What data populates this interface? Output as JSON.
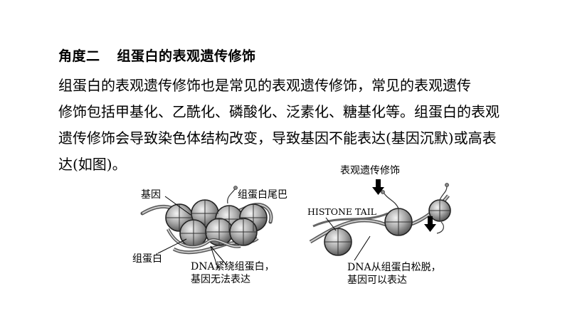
{
  "section": {
    "label": "角度二",
    "title": "组蛋白的表观遗传修饰"
  },
  "paragraph": {
    "lines": [
      "组蛋白的表观遗传修饰也是常见的表观遗传修饰，常见的表观遗传",
      "修饰包括甲基化、乙酰化、磷酸化、泛素化、糖基化等。组蛋白的表观",
      "遗传修饰会导致染色体结构改变，导致基因不能表达(基因沉默)或高表",
      "达(如图)。"
    ]
  },
  "figure": {
    "left": {
      "gene_label": "基因",
      "tail_label": "组蛋白尾巴",
      "histone_label": "组蛋白",
      "caption_line1": "DNA紧绕组蛋白，",
      "caption_line2": "基因无法表达"
    },
    "right": {
      "modification_label": "表观遗传修饰",
      "tail_label": "HISTONE TAIL",
      "caption_line1": "DNA从组蛋白松脱，",
      "caption_line2": "基因可以表达"
    }
  }
}
